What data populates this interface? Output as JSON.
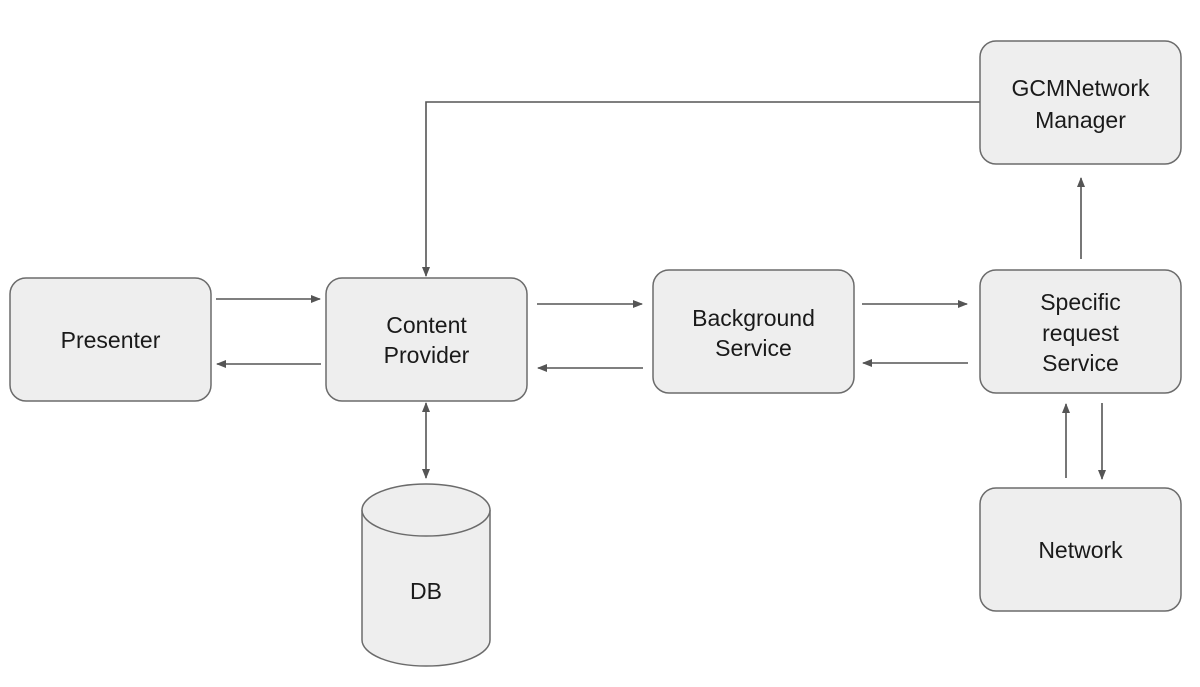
{
  "diagram": {
    "nodes": {
      "presenter": {
        "line1": "Presenter"
      },
      "content_provider": {
        "line1": "Content",
        "line2": "Provider"
      },
      "background_service": {
        "line1": "Background",
        "line2": "Service"
      },
      "specific_request_service": {
        "line1": "Specific",
        "line2": "request",
        "line3": "Service"
      },
      "gcm_network_manager": {
        "line1": "GCMNetwork",
        "line2": "Manager"
      },
      "network": {
        "line1": "Network"
      },
      "db": {
        "line1": "DB"
      }
    },
    "edges": [
      {
        "from": "Presenter",
        "to": "Content Provider"
      },
      {
        "from": "Content Provider",
        "to": "Presenter"
      },
      {
        "from": "Content Provider",
        "to": "Background Service"
      },
      {
        "from": "Background Service",
        "to": "Content Provider"
      },
      {
        "from": "Background Service",
        "to": "Specific request Service"
      },
      {
        "from": "Specific request Service",
        "to": "Background Service"
      },
      {
        "from": "Specific request Service",
        "to": "GCMNetwork Manager"
      },
      {
        "from": "GCMNetwork Manager",
        "to": "Content Provider"
      },
      {
        "from": "Content Provider",
        "to": "DB",
        "bidirectional": true
      },
      {
        "from": "Network",
        "to": "Specific request Service"
      },
      {
        "from": "Specific request Service",
        "to": "Network"
      }
    ],
    "colors": {
      "box_fill": "#eeeeee",
      "box_stroke": "#6b6b6b",
      "arrow": "#555555",
      "text": "#1a1a1a"
    }
  }
}
